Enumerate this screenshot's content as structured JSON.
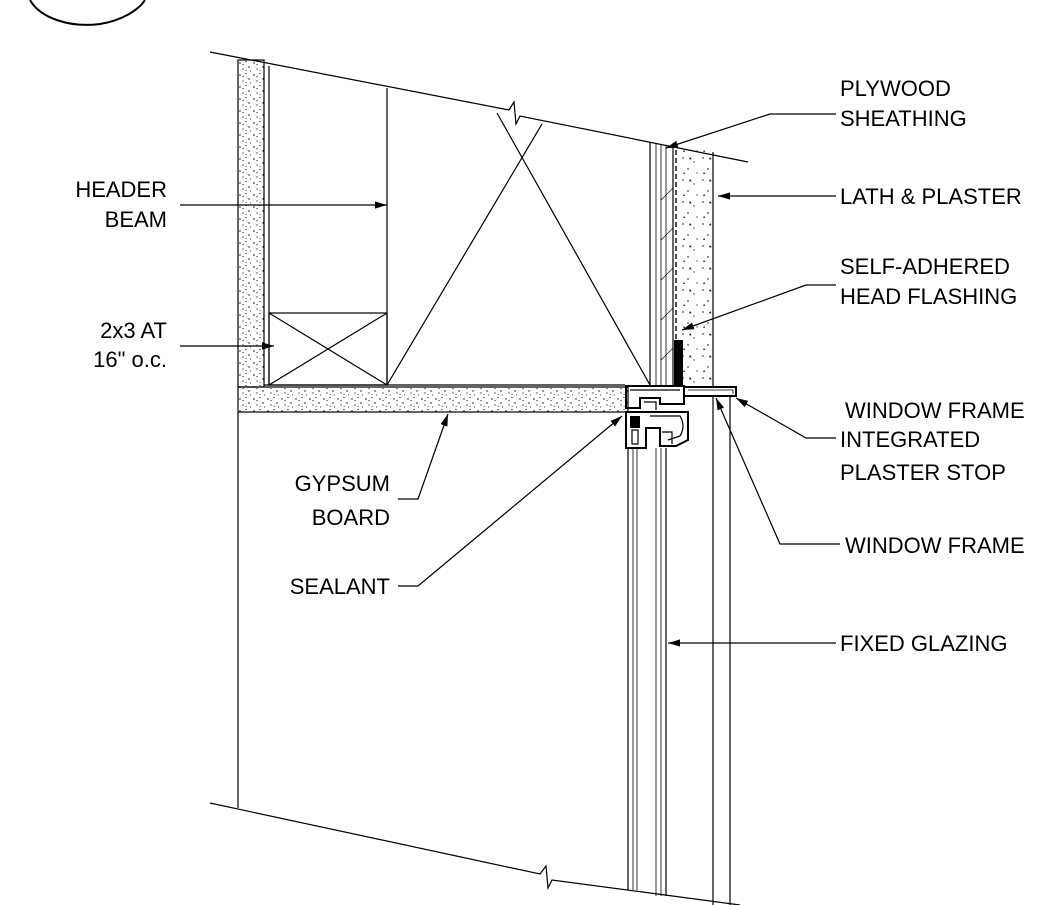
{
  "labels": {
    "plywood_sheathing": [
      "PLYWOOD",
      "SHEATHING"
    ],
    "header_beam": [
      "HEADER",
      "BEAM"
    ],
    "lath_plaster": "LATH & PLASTER",
    "head_flashing": [
      "SELF-ADHERED",
      "HEAD FLASHING"
    ],
    "stud": [
      "2x3 AT",
      "16\" o.c."
    ],
    "window_frame_stop": [
      "WINDOW FRAME",
      "INTEGRATED",
      "PLASTER STOP"
    ],
    "gypsum_board": [
      "GYPSUM",
      "BOARD"
    ],
    "window_frame": "WINDOW FRAME",
    "sealant": "SEALANT",
    "fixed_glazing": "FIXED GLAZING"
  }
}
